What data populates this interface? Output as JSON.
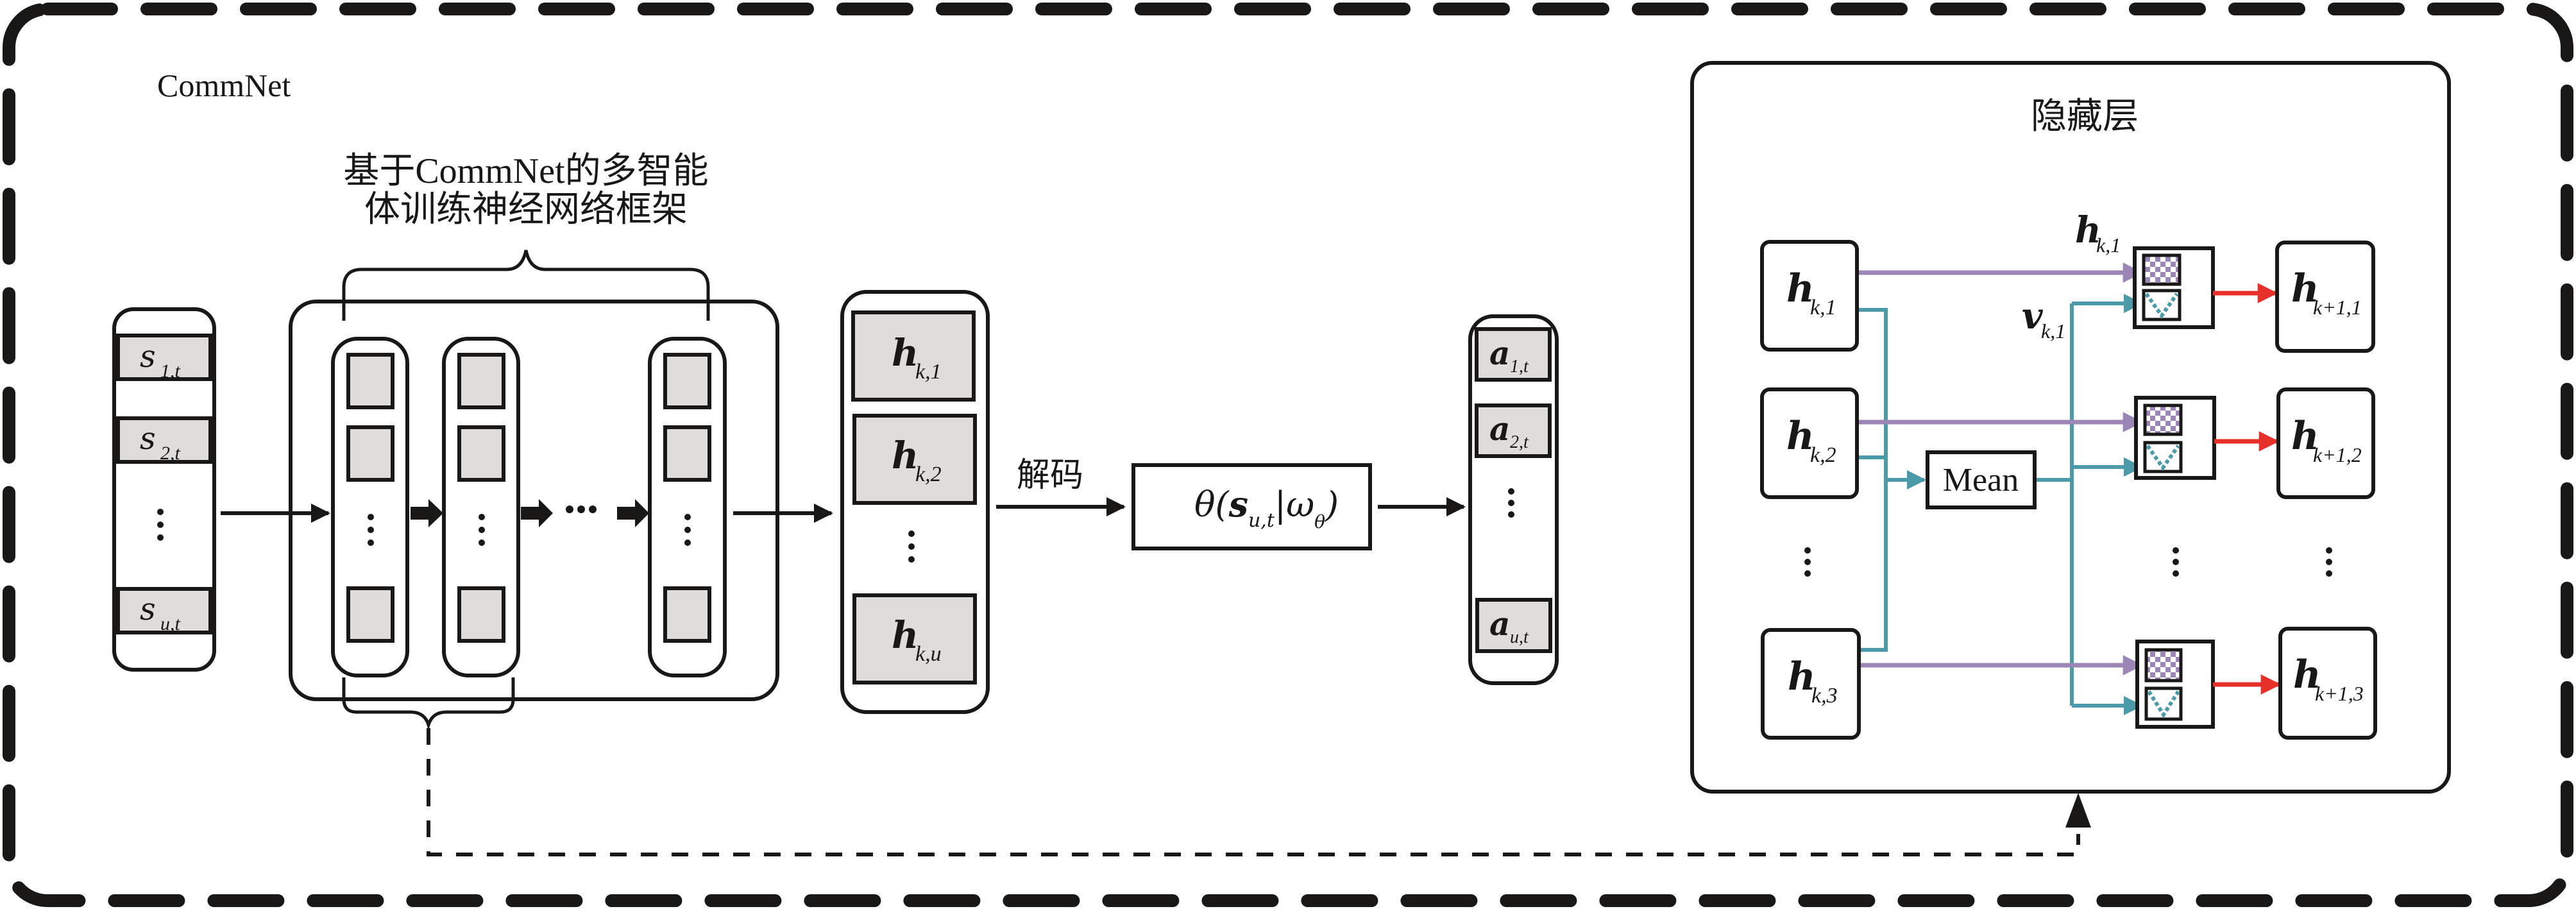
{
  "diagram": {
    "outer_label": "CommNet",
    "framework_caption": [
      "基于CommNet的多智能",
      "体训练神经网络框架"
    ],
    "decode_label": "解码",
    "policy_box": {
      "prefix": "θ(",
      "var": "s",
      "sub": "u,t",
      "sep": "|ω",
      "sub2": "θ",
      "suffix": ")"
    },
    "state_column": [
      {
        "var": "s",
        "sub": "1,t"
      },
      {
        "var": "s",
        "sub": "2,t"
      },
      {
        "var": "s",
        "sub": "u,t"
      }
    ],
    "hidden_column": [
      {
        "var": "h",
        "sub": "k,1"
      },
      {
        "var": "h",
        "sub": "k,2"
      },
      {
        "var": "h",
        "sub": "k,u"
      }
    ],
    "action_column": [
      {
        "var": "a",
        "sub": "1,t"
      },
      {
        "var": "a",
        "sub": "2,t"
      },
      {
        "var": "a",
        "sub": "u,t"
      }
    ],
    "ellipsis_horizontal": "···",
    "hidden_layer": {
      "title": "隐藏层",
      "inputs": [
        {
          "var": "h",
          "sub": "k,1"
        },
        {
          "var": "h",
          "sub": "k,2"
        },
        {
          "var": "h",
          "sub": "k,3"
        }
      ],
      "outputs": [
        {
          "var": "h",
          "sub": "k+1,1"
        },
        {
          "var": "h",
          "sub": "k+1,2"
        },
        {
          "var": "h",
          "sub": "k+1,3"
        }
      ],
      "mean_label": "Mean",
      "gate_label_top": {
        "var": "h",
        "sub": "k,1"
      },
      "gate_label_bottom": {
        "var": "v",
        "sub": "k,1"
      }
    },
    "colors": {
      "self_path": "#9b86b5",
      "comm_path": "#4a9aaa",
      "output_path": "#e8302a",
      "cell_fill": "#e0dcdb"
    }
  }
}
